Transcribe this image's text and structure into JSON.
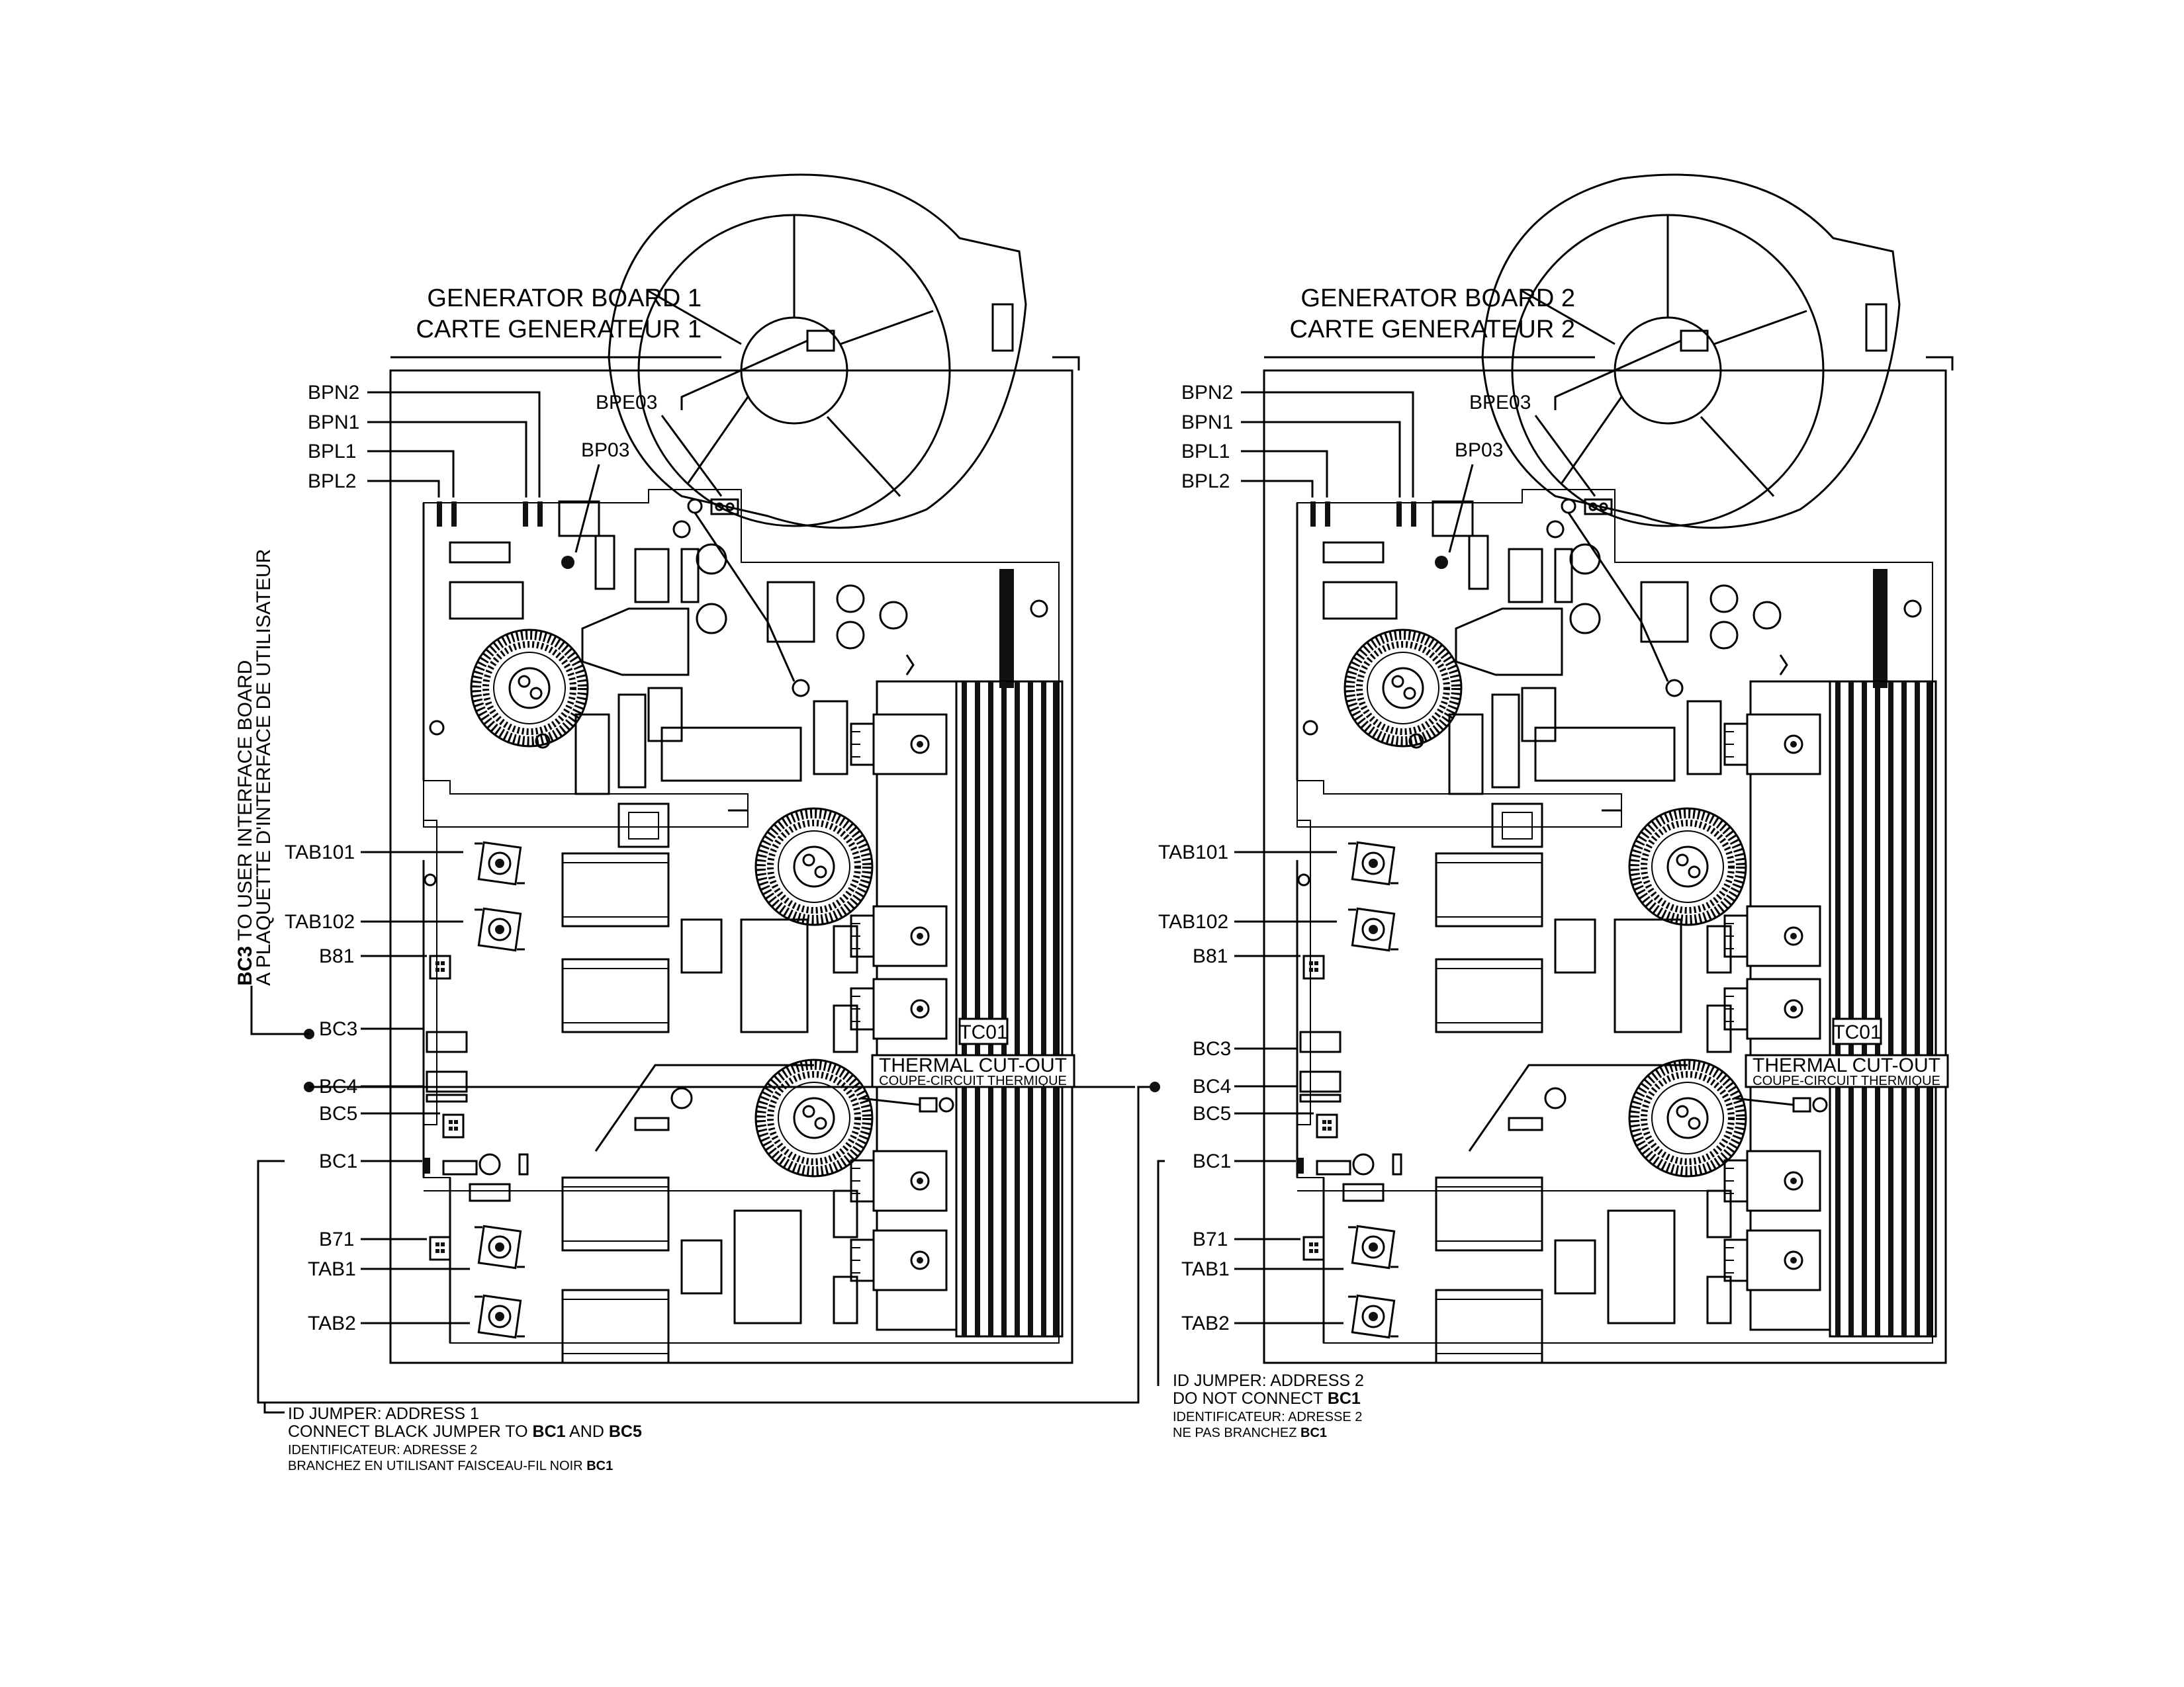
{
  "board1": {
    "title1": "GENERATOR BOARD 1",
    "title2": "CARTE GENERATEUR 1",
    "labels": {
      "bpn2": "BPN2",
      "bpn1": "BPN1",
      "bpl1": "BPL1",
      "bpl2": "BPL2",
      "bpe03": "BPE03",
      "bp03": "BP03",
      "tab101": "TAB101",
      "tab102": "TAB102",
      "b81": "B81",
      "bc3": "BC3",
      "bc4": "BC4",
      "bc5": "BC5",
      "bc1": "BC1",
      "b71": "B71",
      "tab1": "TAB1",
      "tab2": "TAB2",
      "tc01": "TC01",
      "thermal": "THERMAL CUT-OUT",
      "thermal_fr": "COUPE-CIRCUIT THERMIQUE"
    },
    "note": {
      "line1": "ID JUMPER: ADDRESS 1",
      "line2_a": "CONNECT BLACK JUMPER TO ",
      "line2_b": "BC1",
      "line2_c": " AND ",
      "line2_d": "BC5",
      "line3": "IDENTIFICATEUR: ADRESSE 2",
      "line4_a": "BRANCHEZ EN UTILISANT FAISCEAU-FIL NOIR ",
      "line4_b": "BC1"
    }
  },
  "board2": {
    "title1": "GENERATOR BOARD 2",
    "title2": "CARTE GENERATEUR 2",
    "labels": {
      "bpn2": "BPN2",
      "bpn1": "BPN1",
      "bpl1": "BPL1",
      "bpl2": "BPL2",
      "bpe03": "BPE03",
      "bp03": "BP03",
      "tab101": "TAB101",
      "tab102": "TAB102",
      "b81": "B81",
      "bc3": "BC3",
      "bc4": "BC4",
      "bc5": "BC5",
      "bc1": "BC1",
      "b71": "B71",
      "tab1": "TAB1",
      "tab2": "TAB2",
      "tc01": "TC01",
      "thermal": "THERMAL CUT-OUT",
      "thermal_fr": "COUPE-CIRCUIT THERMIQUE"
    },
    "note": {
      "line1": "ID JUMPER: ADDRESS 2",
      "line2_a": "DO NOT CONNECT ",
      "line2_b": "BC1",
      "line3": "IDENTIFICATEUR: ADRESSE 2",
      "line4_a": "NE PAS BRANCHEZ ",
      "line4_b": "BC1"
    }
  },
  "side_label": {
    "line1_a": "BC3",
    "line1_b": " TO USER INTERFACE BOARD",
    "line2": "A PLAQUETTE D'INTERFACE DE UTILISATEUR"
  }
}
